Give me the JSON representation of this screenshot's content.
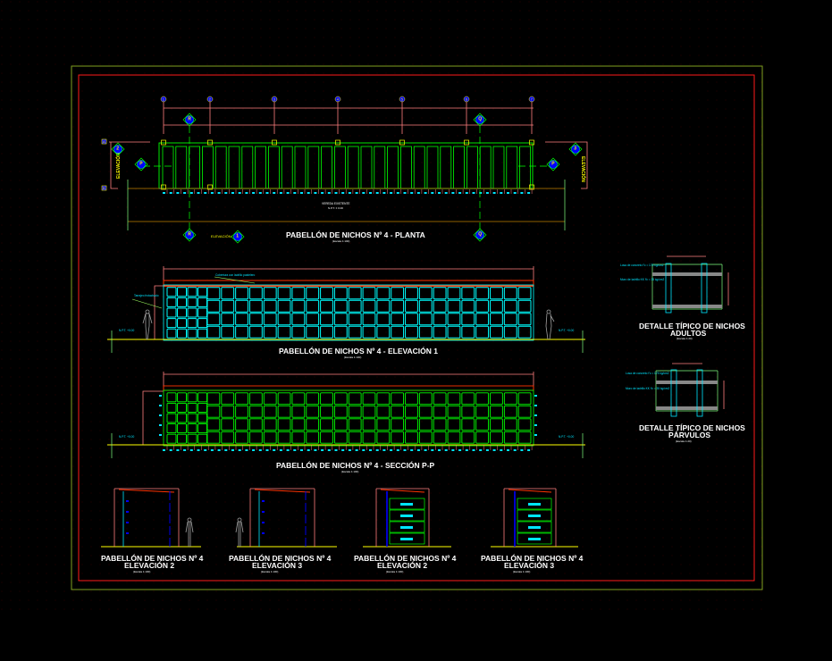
{
  "drawing": {
    "colors": {
      "background": "#000000",
      "outer_frame": "#7f9f1f",
      "inner_frame": "#ff1a1a",
      "niche_plan": "#00ff00",
      "niche_elevation": "#00ffff",
      "dimension": "#ff7f7f",
      "ground": "#ffff00",
      "axis_bubble": "#0000ff",
      "human_figure": "#a0a0a0",
      "beam": "#ff3300",
      "dark_blue": "#0000ff"
    },
    "plan": {
      "title": "PABELLÓN DE NICHOS Nº 4 - PLANTA",
      "scale": "(Escala 1:100)",
      "axes_numbers": [
        "1",
        "2",
        "3",
        "4",
        "5",
        "6",
        "7"
      ],
      "axes_letters": [
        "A",
        "B"
      ],
      "note_vereda": "VEREDA EXISTENTE",
      "note_vereda_sub": "N.P.T. ± 0.00",
      "section_markers": [
        "R",
        "Q",
        "P",
        "2",
        "3",
        "1"
      ],
      "elevation_label": "ELEVACIÓN",
      "elevation_marker_label": "ELEVACIÓN"
    },
    "elevation1": {
      "title": "PABELLÓN DE NICHOS Nº 4 - ELEVACIÓN 1",
      "scale": "(Escala 1:100)",
      "note_top": "Cobertura con ladrillo pastelero",
      "note_left": "Tarrajeo frotachado",
      "level_left": "N.P.T. +0.00",
      "level_right": "N.P.T. +0.00"
    },
    "section": {
      "title": "PABELLÓN DE NICHOS Nº 4 - SECCIÓN P-P",
      "scale": "(Escala 1:100)",
      "level_left": "N.P.T. +0.00",
      "level_right": "N.P.T. +0.00"
    },
    "detail_adults": {
      "title_line1": "DETALLE TÍPICO DE NICHOS",
      "title_line2": "ADULTOS",
      "scale": "(Escala 1:20)",
      "note1": "Losa de concreto f'c = 175 kg/cm2",
      "note2": "Muro de ladrillo KK f'c = 35 kg/cm2"
    },
    "detail_children": {
      "title_line1": "DETALLE TÍPICO DE NICHOS",
      "title_line2": "PÁRVULOS",
      "scale": "(Escala 1:20)",
      "note1": "Losa de concreto f'c = 175 kg/cm2",
      "note2": "Muro de ladrillo KK f'c = 35 kg/cm2"
    },
    "small_views": [
      {
        "title1": "PABELLÓN DE NICHOS Nº 4",
        "title2": "ELEVACIÓN 2",
        "scale": "(Escala 1:100)"
      },
      {
        "title1": "PABELLÓN DE NICHOS Nº 4",
        "title2": "ELEVACIÓN 3",
        "scale": "(Escala 1:100)"
      },
      {
        "title1": "PABELLÓN DE NICHOS Nº 4",
        "title2": "ELEVACIÓN 2",
        "scale": "(Escala 1:100)"
      },
      {
        "title1": "PABELLÓN DE NICHOS Nº 4",
        "title2": "ELEVACIÓN 3",
        "scale": "(Escala 1:100)"
      }
    ],
    "niche_grid": {
      "small_columns": 4,
      "large_columns": 23,
      "rows": 5,
      "large_rows": 4
    }
  }
}
